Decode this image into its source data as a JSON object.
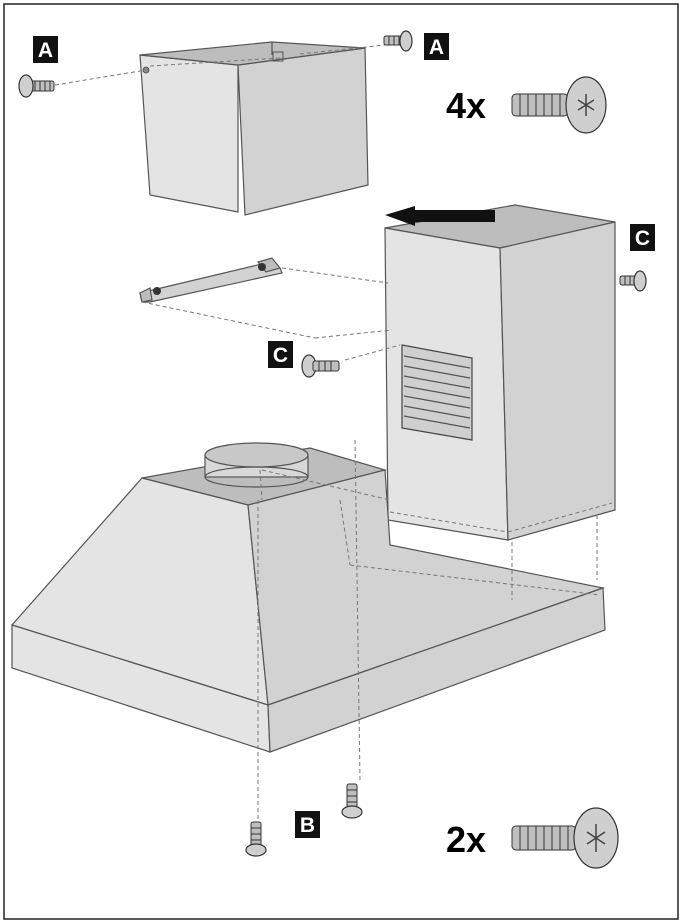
{
  "labels": {
    "a_left": "A",
    "a_right": "A",
    "b": "B",
    "c_right": "C",
    "c_left": "C"
  },
  "quantities": {
    "screw_a": "4x",
    "screw_b": "2x"
  },
  "colors": {
    "label_background": "#111111",
    "label_text": "#ffffff",
    "border": "#222222"
  }
}
